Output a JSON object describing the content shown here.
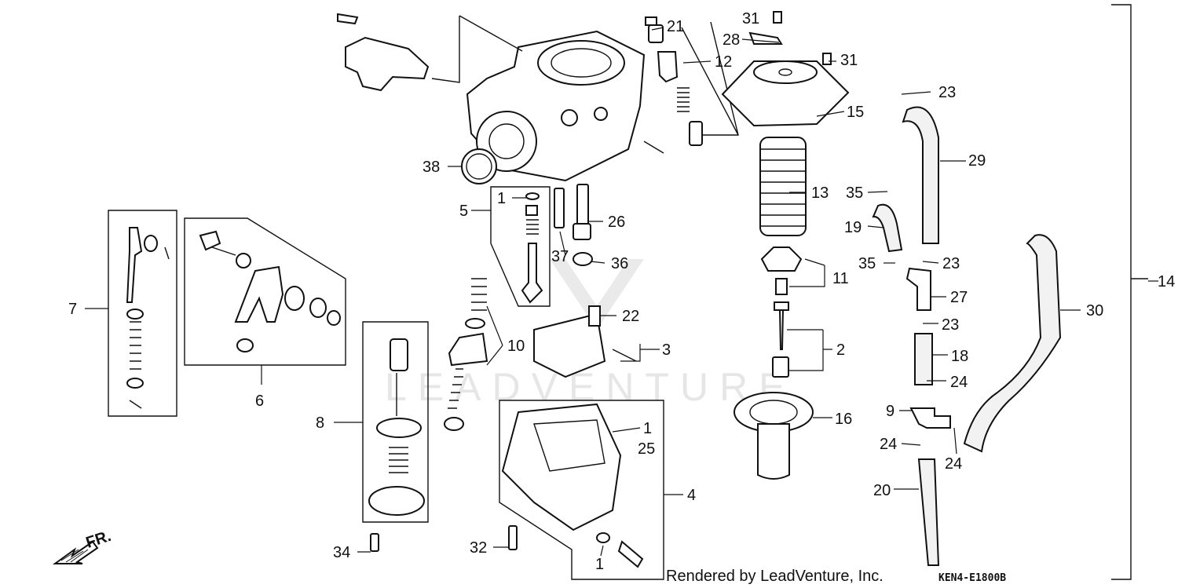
{
  "diagram": {
    "watermark": "LEADVENTURE",
    "footer_text": "Rendered by LeadVenture, Inc.",
    "diagram_code": "KEN4-E1800B",
    "front_marker": "FR.",
    "part_labels": [
      "21",
      "31",
      "12",
      "28",
      "31",
      "23",
      "15",
      "38",
      "29",
      "13",
      "35",
      "5",
      "1",
      "26",
      "19",
      "37",
      "36",
      "35",
      "23",
      "11",
      "7",
      "27",
      "14",
      "30",
      "22",
      "23",
      "10",
      "3",
      "2",
      "18",
      "6",
      "24",
      "8",
      "9",
      "1",
      "25",
      "16",
      "24",
      "24",
      "4",
      "20",
      "34",
      "32",
      "1"
    ]
  }
}
